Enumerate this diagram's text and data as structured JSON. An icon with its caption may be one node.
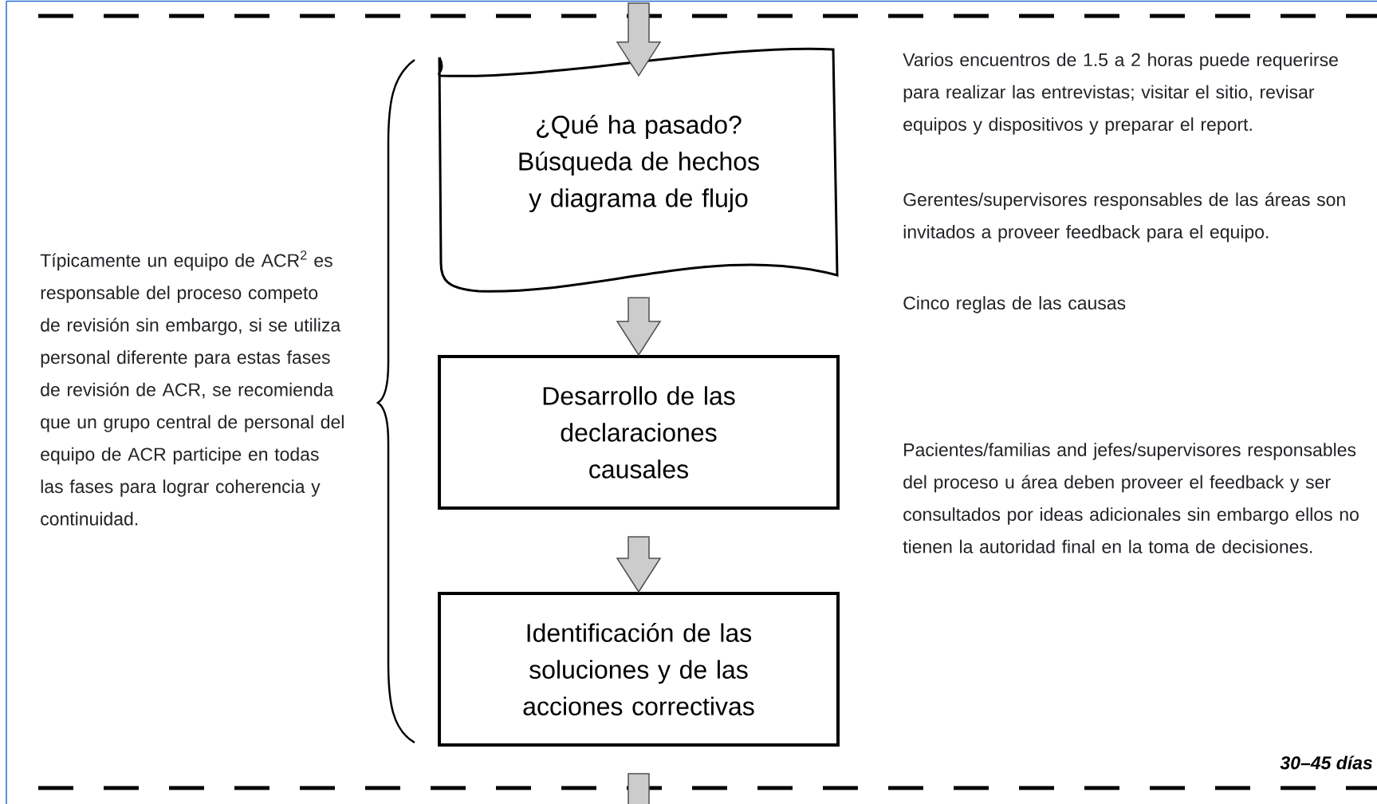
{
  "diagram": {
    "nodes": [
      {
        "text": [
          "¿Qué ha pasado? Búsqueda de hechos y diagrama de flujo"
        ]
      },
      {
        "text": [
          "Desarrollo de las declaraciones causales"
        ]
      },
      {
        "text": [
          "Identificación de las soluciones y de las acciones correctivas"
        ]
      }
    ],
    "edges": [
      {
        "from": null,
        "to": 0,
        "arrow": "to"
      },
      {
        "from": 0,
        "to": 1,
        "arrow": "to"
      },
      {
        "from": 1,
        "to": 2,
        "arrow": "to"
      },
      {
        "from": 2,
        "to": null,
        "arrow": "none"
      }
    ],
    "labels": [
      "Típicamente un equipo de ACR$^{2}$ es responsable del proceso competo de revisión  sin embargo,  si se utiliza personal diferente para estas fases de revisión de ACR, se recomienda que un grupo central de personal del equipo de ACR participe en todas las fases para lograr coherencia y continuidad.",
      "Varios encuentros de 1.5 a 2 horas puede requerirse para realizar las entrevistas; visitar el sitio, revisar equipos y dispositivos y preparar el report.",
      "Gerentes/supervisores responsables  de las áreas son invitados a proveer feedback para el equipo.",
      "Cinco reglas de las causas",
      "Pacientes/familias and jefes/supervisores responsables del proceso u área deben  proveer el feedback y ser consultados por ideas adicionales  sin embargo ellos no tienen la autoridad final en la toma de decisiones.",
      "30–45 días"
    ]
  }
}
